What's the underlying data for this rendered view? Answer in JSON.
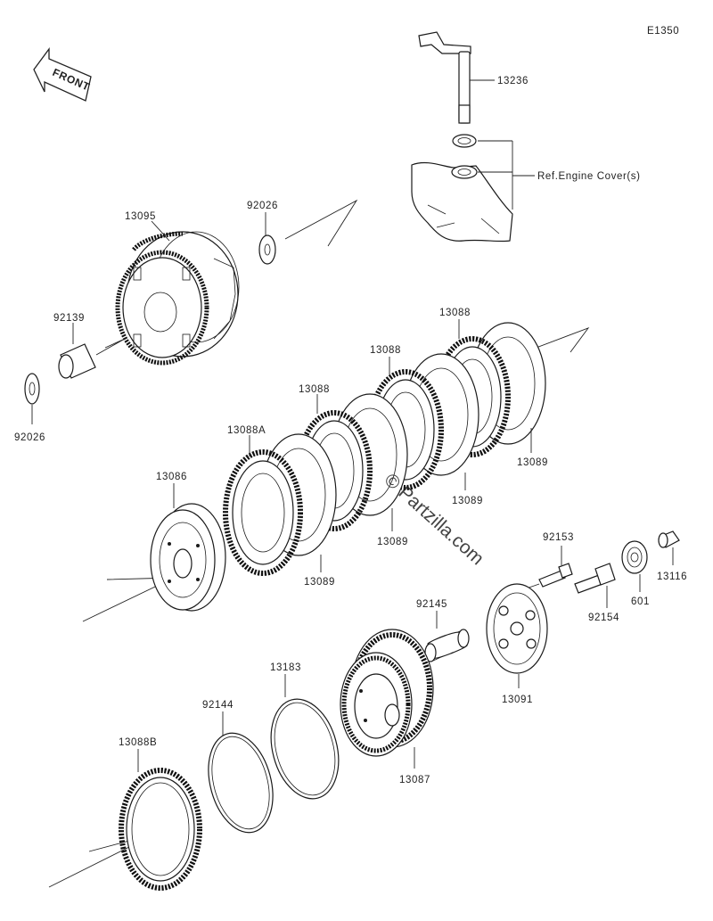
{
  "diagram_code": "E1350",
  "front_label": "FRONT",
  "ref_label": "Ref.Engine Cover(s)",
  "watermark": "© Partzilla.com",
  "parts": {
    "p13236": "13236",
    "p92026a": "92026",
    "p13095": "13095",
    "p92139": "92139",
    "p92026b": "92026",
    "p13088a_top": "13088",
    "p13088b_mid": "13088",
    "p13088c_left": "13088",
    "p13088A": "13088A",
    "p13086": "13086",
    "p13089a": "13089",
    "p13089b": "13089",
    "p13089c": "13089",
    "p13089d": "13089",
    "p92153": "92153",
    "p13116": "13116",
    "p601": "601",
    "p92154": "92154",
    "p92145": "92145",
    "p13091": "13091",
    "p13183": "13183",
    "p92144": "92144",
    "p13088B": "13088B",
    "p13087": "13087"
  }
}
